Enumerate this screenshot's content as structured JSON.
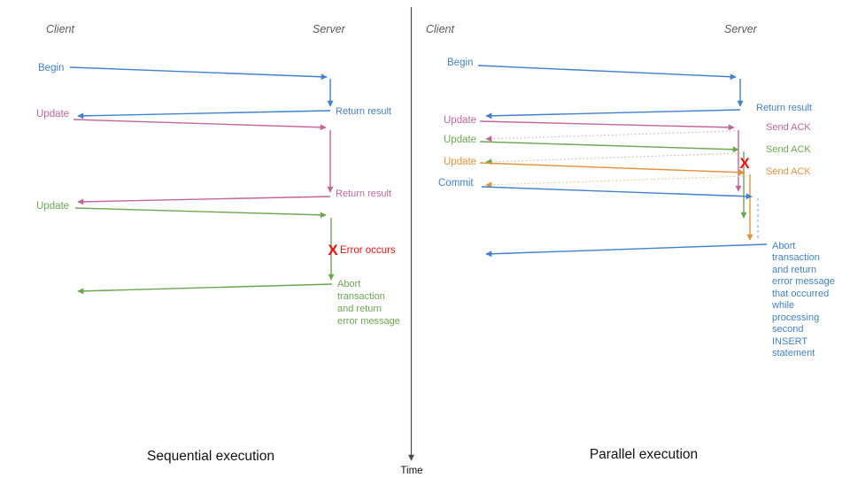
{
  "diagram": {
    "time_axis_label": "Time",
    "left": {
      "title": "Sequential execution",
      "client": "Client",
      "server": "Server",
      "begin": "Begin",
      "return_result_1": "Return result",
      "update_1": "Update",
      "return_result_2": "Return result",
      "update_2": "Update",
      "error_mark": "X",
      "error_label": "Error occurs",
      "abort_lines": [
        "Abort",
        "transaction",
        "and return",
        "error message"
      ]
    },
    "right": {
      "title": "Parallel execution",
      "client": "Client",
      "server": "Server",
      "begin": "Begin",
      "return_result": "Return result",
      "update_1": "Update",
      "send_ack_1": "Send ACK",
      "update_2": "Update",
      "send_ack_2": "Send ACK",
      "update_3": "Update",
      "send_ack_3": "Send ACK",
      "commit": "Commit",
      "error_mark": "X",
      "abort_lines": [
        "Abort",
        "transaction",
        "and return",
        "error message",
        "that occurred",
        "while",
        "processing",
        "second",
        "INSERT",
        "statement"
      ]
    }
  },
  "colors": {
    "blue": "#4181cd",
    "blue_light": "#8db2e0",
    "pink": "#c4659a",
    "pink_light": "#dda8c6",
    "green": "#6aa84f",
    "green_light": "#a4cd90",
    "orange": "#e69138",
    "orange_light": "#f2bf85",
    "red": "#ee1010",
    "header_gray": "#595959",
    "title_black": "#111111",
    "axis_gray": "#4d4d4d"
  }
}
